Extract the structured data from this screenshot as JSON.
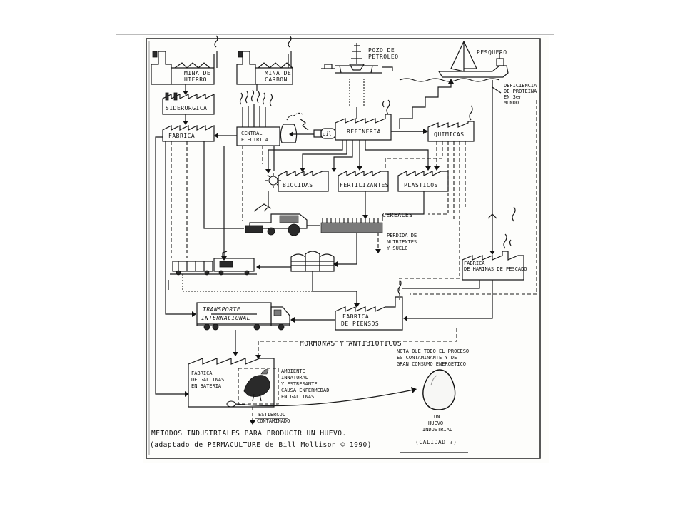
{
  "labels": {
    "mina_hierro": [
      "MINA DE",
      "HIERRO"
    ],
    "mina_carbon": [
      "MINA DE",
      "CARBON"
    ],
    "siderurgica": "SIDERURGICA",
    "fabrica": "FABRICA",
    "central_electrica": [
      "CENTRAL",
      "ELECTRICA"
    ],
    "pozo_petroleo": [
      "POZO DE",
      "PETROLEO"
    ],
    "refineria": "REFINERIA",
    "pesquero": "PESQUERO",
    "deficiencia": [
      "DEFICIENCIA",
      "DE PROTEINA",
      "EN 3er",
      "MUNDO"
    ],
    "quimicas": "QUIMICAS",
    "biocidas": "BIOCIDAS",
    "fertilizantes": "FERTILIZANTES",
    "plasticos": "PLASTICOS",
    "cereales": "CEREALES",
    "perdida": [
      "PERDIDA DE",
      "NUTRIENTES",
      "Y SUELO"
    ],
    "fabrica_harinas": [
      "FABRICA",
      "DE HARINAS DE PESCADO"
    ],
    "transporte": "TRANSPORTE",
    "internacional": "INTERNACIONAL",
    "fabrica_piensos": [
      "FABRICA",
      "DE PIENSOS"
    ],
    "hormonas": "HORMONAS  Y  ANTIBIOTICOS",
    "nota": [
      "NOTA QUE TODO EL PROCESO",
      "ES CONTAMINANTE Y DE",
      "GRAN CONSUMO ENERGETICO"
    ],
    "fabrica_gallinas": [
      "FABRICA",
      "DE GALLINAS",
      "EN BATERIA"
    ],
    "ambiente": [
      "AMBIENTE",
      "INNATURAL",
      "Y ESTRESANTE",
      "CAUSA ENFERMEDAD",
      "EN GALLINAS"
    ],
    "estiercol": [
      "ESTIERCOL",
      "CONTAMINADO"
    ],
    "huevo": [
      "UN",
      "HUEVO",
      "INDUSTRIAL"
    ],
    "calidad": "(CALIDAD ?)",
    "caption_1": "METODOS INDUSTRIALES PARA PRODUCIR UN HUEVO.",
    "caption_2": "(adaptado de PERMACULTURE de Bill Mollison © 1990)"
  }
}
